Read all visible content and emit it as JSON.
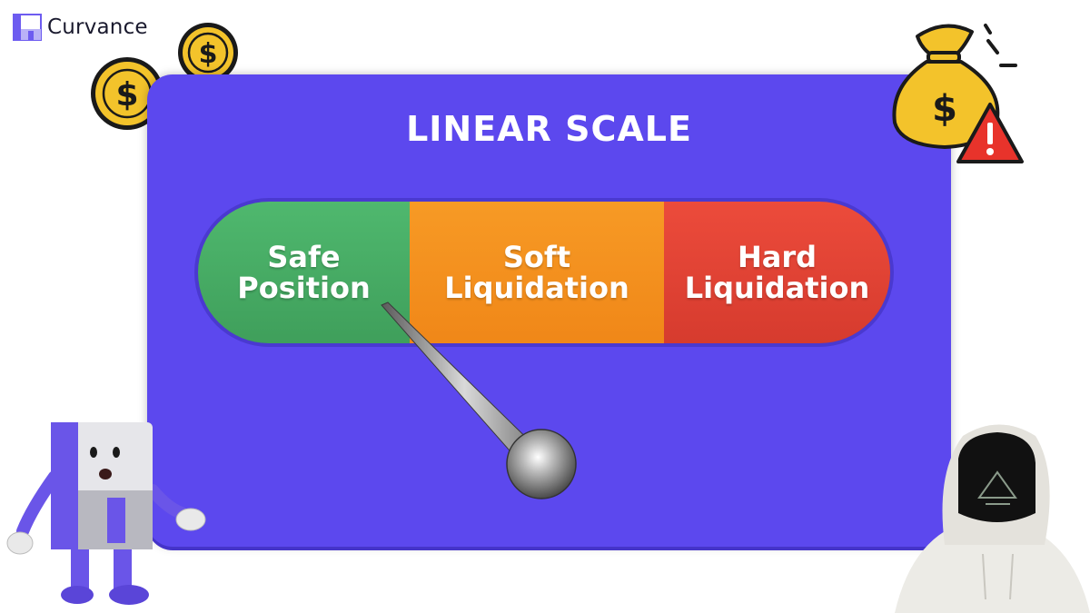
{
  "brand": {
    "name": "Curvance"
  },
  "title": "LINEAR SCALE",
  "scale": {
    "segments": [
      {
        "line1": "Safe",
        "line2": "Position",
        "color": "#45a963"
      },
      {
        "line1": "Soft",
        "line2": "Liquidation",
        "color": "#f38f1e"
      },
      {
        "line1": "Hard",
        "line2": "Liquidation",
        "color": "#e0422f"
      }
    ],
    "needle_pointing_to": "Safe Position"
  },
  "colors": {
    "panel": "#5c48ee",
    "coin": "#f3c32b",
    "alert": "#e8332b"
  },
  "icons": [
    "coin-icon",
    "money-bag-icon",
    "warning-icon"
  ],
  "mascot": {
    "label": ""
  }
}
